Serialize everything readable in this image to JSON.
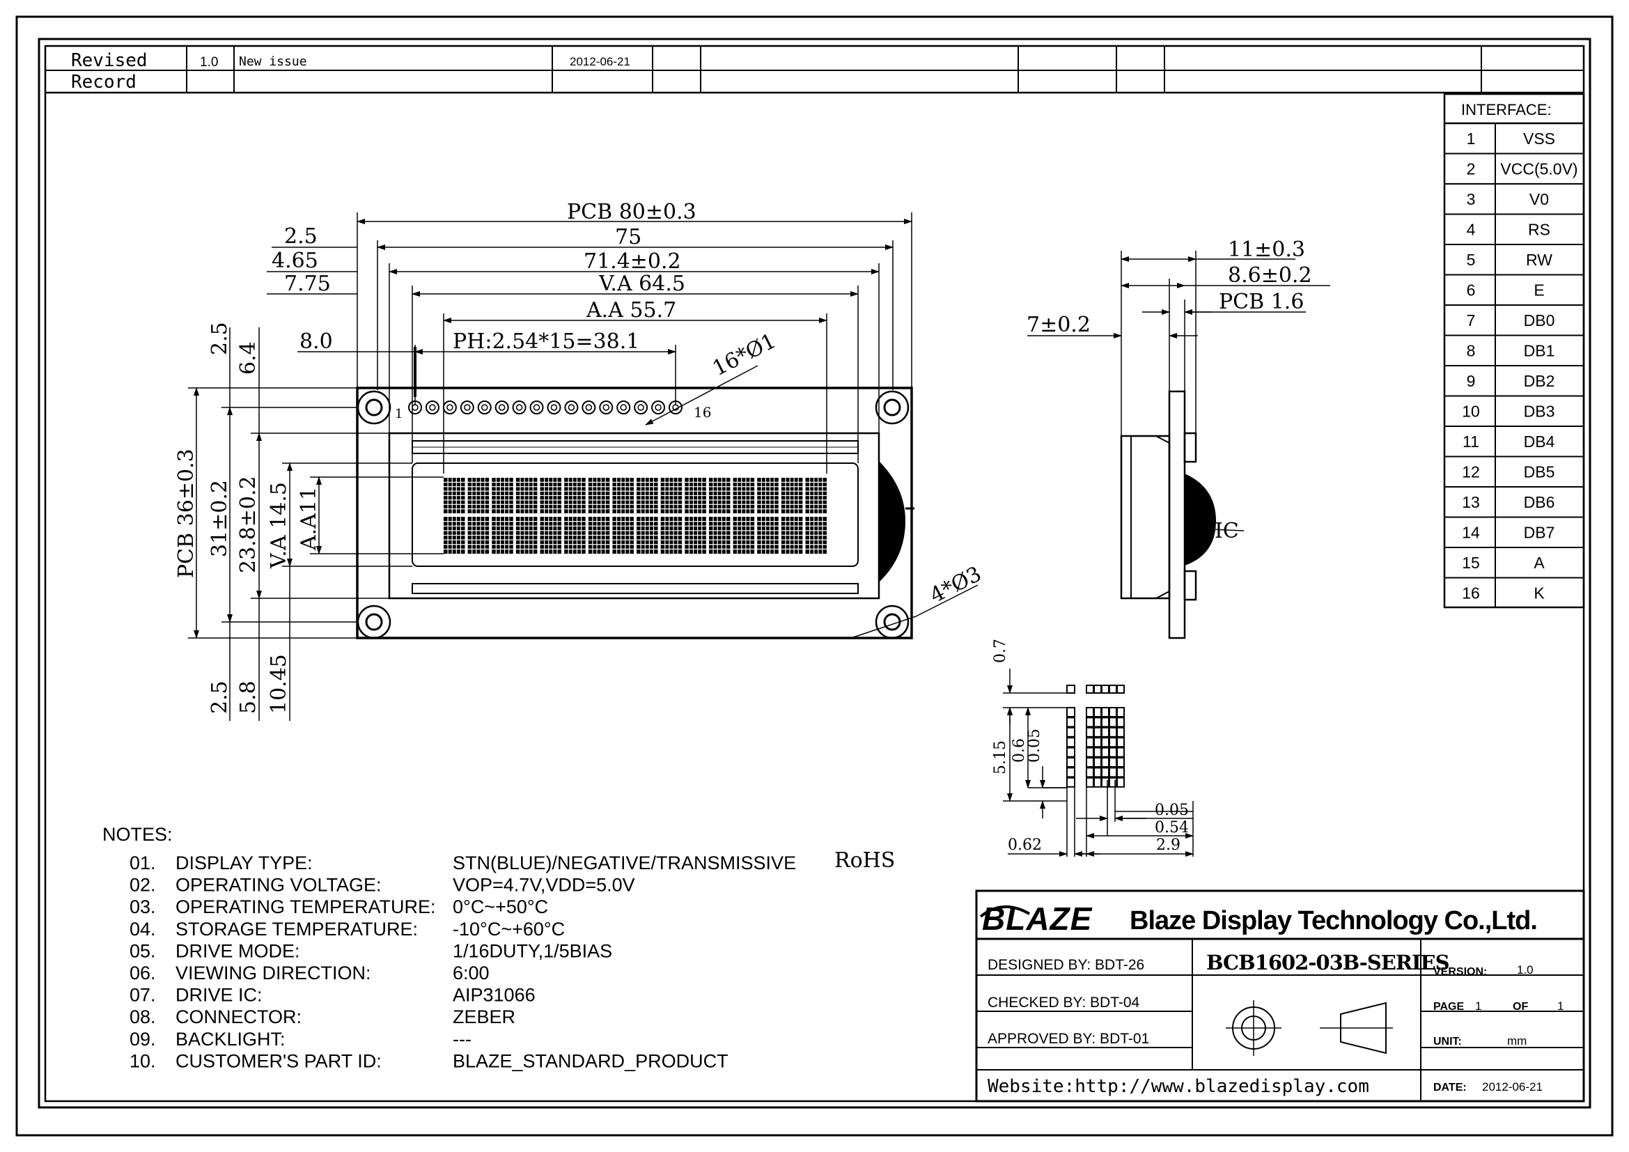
{
  "revision": {
    "header": "Revised Record",
    "header_line1": "Revised",
    "header_line2": "Record",
    "version": "1.0",
    "description": "New issue",
    "date": "2012-06-21"
  },
  "interface": {
    "title": "INTERFACE:",
    "pins": [
      {
        "no": "1",
        "name": "VSS"
      },
      {
        "no": "2",
        "name": "VCC(5.0V)"
      },
      {
        "no": "3",
        "name": "V0"
      },
      {
        "no": "4",
        "name": "RS"
      },
      {
        "no": "5",
        "name": "RW"
      },
      {
        "no": "6",
        "name": "E"
      },
      {
        "no": "7",
        "name": "DB0"
      },
      {
        "no": "8",
        "name": "DB1"
      },
      {
        "no": "9",
        "name": "DB2"
      },
      {
        "no": "10",
        "name": "DB3"
      },
      {
        "no": "11",
        "name": "DB4"
      },
      {
        "no": "12",
        "name": "DB5"
      },
      {
        "no": "13",
        "name": "DB6"
      },
      {
        "no": "14",
        "name": "DB7"
      },
      {
        "no": "15",
        "name": "A"
      },
      {
        "no": "16",
        "name": "K"
      }
    ]
  },
  "front_view": {
    "dim_pcb_width": "PCB 80±0.3",
    "dim_75": "75",
    "dim_71_4": "71.4±0.2",
    "dim_va_64_5": "V.A 64.5",
    "dim_aa_55_7": "A.A 55.7",
    "dim_ph": "PH:2.54*15=38.1",
    "dim_2_5_left": "2.5",
    "dim_4_65": "4.65",
    "dim_7_75": "7.75",
    "dim_8_0": "8.0",
    "dim_16_holes": "16*Ø1",
    "pin_first": "1",
    "pin_last": "16",
    "dim_2_5_top": "2.5",
    "dim_6_4": "6.4",
    "dim_pcb_height": "PCB 36±0.3",
    "dim_31": "31±0.2",
    "dim_23_8": "23.8±0.2",
    "dim_va_14_5": "V.A 14.5",
    "dim_aa_11": "A.A11",
    "dim_4_holes": "4*Ø3",
    "dim_2_5_bottom": "2.5",
    "dim_5_8": "5.8",
    "dim_10_45": "10.45"
  },
  "side_view": {
    "dim_11": "11±0.3",
    "dim_8_6": "8.6±0.2",
    "dim_pcb_1_6": "PCB 1.6",
    "dim_7": "7±0.2",
    "ic_label": "IC"
  },
  "char_detail": {
    "dim_0_7": "0.7",
    "dim_5_15": "5.15",
    "dim_0_6": "0.6",
    "dim_0_05_v": "0.05",
    "dim_0_05_h": "0.05",
    "dim_0_54": "0.54",
    "dim_2_9": "2.9",
    "dim_0_62": "0.62"
  },
  "notes": {
    "title": "NOTES:",
    "items": [
      {
        "no": "01.",
        "label": "DISPLAY TYPE:",
        "value": "STN(BLUE)/NEGATIVE/TRANSMISSIVE",
        "extra": "RoHS"
      },
      {
        "no": "02.",
        "label": "OPERATING VOLTAGE:",
        "value": "VOP=4.7V,VDD=5.0V"
      },
      {
        "no": "03.",
        "label": "OPERATING TEMPERATURE:",
        "value": "0°C~+50°C"
      },
      {
        "no": "04.",
        "label": "STORAGE TEMPERATURE:",
        "value": "-10°C~+60°C"
      },
      {
        "no": "05.",
        "label": "DRIVE MODE:",
        "value": "1/16DUTY,1/5BIAS"
      },
      {
        "no": "06.",
        "label": "VIEWING DIRECTION:",
        "value": "6:00"
      },
      {
        "no": "07.",
        "label": "DRIVE IC:",
        "value": "AIP31066"
      },
      {
        "no": "08.",
        "label": "CONNECTOR:",
        "value": "ZEBER"
      },
      {
        "no": "09.",
        "label": "BACKLIGHT:",
        "value": "---"
      },
      {
        "no": "10.",
        "label": "CUSTOMER'S PART ID:",
        "value": "BLAZE_STANDARD_PRODUCT"
      }
    ]
  },
  "title_block": {
    "logo": "BLAZE",
    "company": "Blaze Display Technology Co.,Ltd.",
    "designed_by": "DESIGNED BY: BDT-26",
    "checked_by": "CHECKED BY: BDT-04",
    "approved_by": "APPROVED BY: BDT-01",
    "part_number": "BCB1602-03B-SERIES",
    "version_label": "VERSION:",
    "version": "1.0",
    "page_label": "PAGE",
    "page": "1",
    "of_label": "OF",
    "page_total": "1",
    "unit_label": "UNIT:",
    "unit": "mm",
    "website": "Website:http://www.blazedisplay.com",
    "date_label": "DATE:",
    "date": "2012-06-21"
  }
}
